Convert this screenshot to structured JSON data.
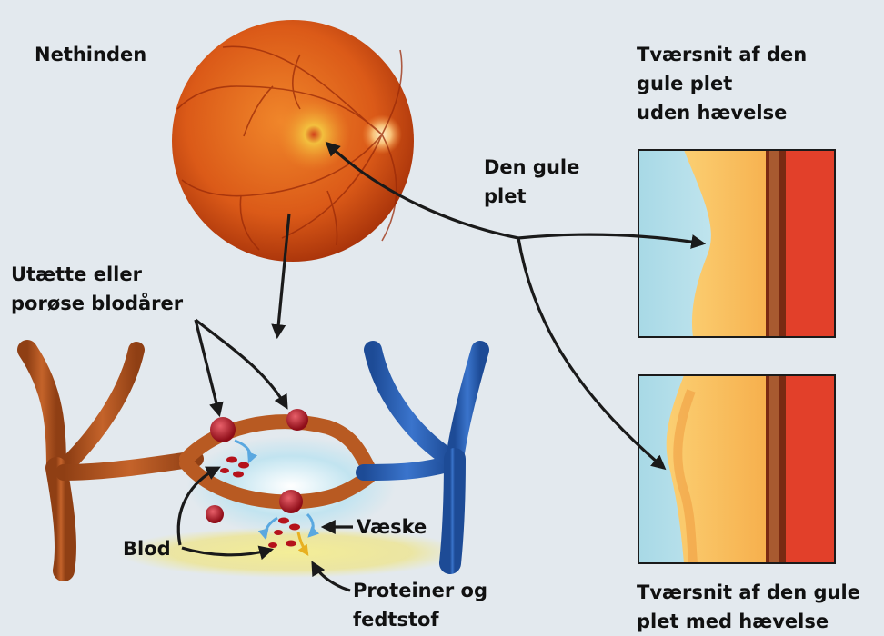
{
  "labels": {
    "retina": "Nethinden",
    "macula": [
      "Den gule",
      "plet"
    ],
    "cross_section_normal": [
      "Tværsnit af den",
      "gule plet",
      "uden hævelse"
    ],
    "leaky_vessels": [
      "Utætte eller",
      "porøse blodårer"
    ],
    "fluid": "Væske",
    "blood": "Blod",
    "proteins_fats": [
      "Proteiner og",
      "fedtstof"
    ],
    "cross_section_swollen": [
      "Tværsnit af den gule",
      "plet med hævelse"
    ]
  },
  "colors": {
    "background": "#e3e9ee",
    "artery": "#b85a22",
    "vein": "#2a62b8",
    "retina_orange": "#e0641c",
    "macula_yellow": "#f1c040",
    "fluid_blue": "#bfe3ee",
    "exudate_yellow": "#f1ea93",
    "blood_red": "#b5121b",
    "layer_yellow": "#f7b346",
    "layer_red": "#e2402a",
    "arrow": "#1a1a1a"
  }
}
